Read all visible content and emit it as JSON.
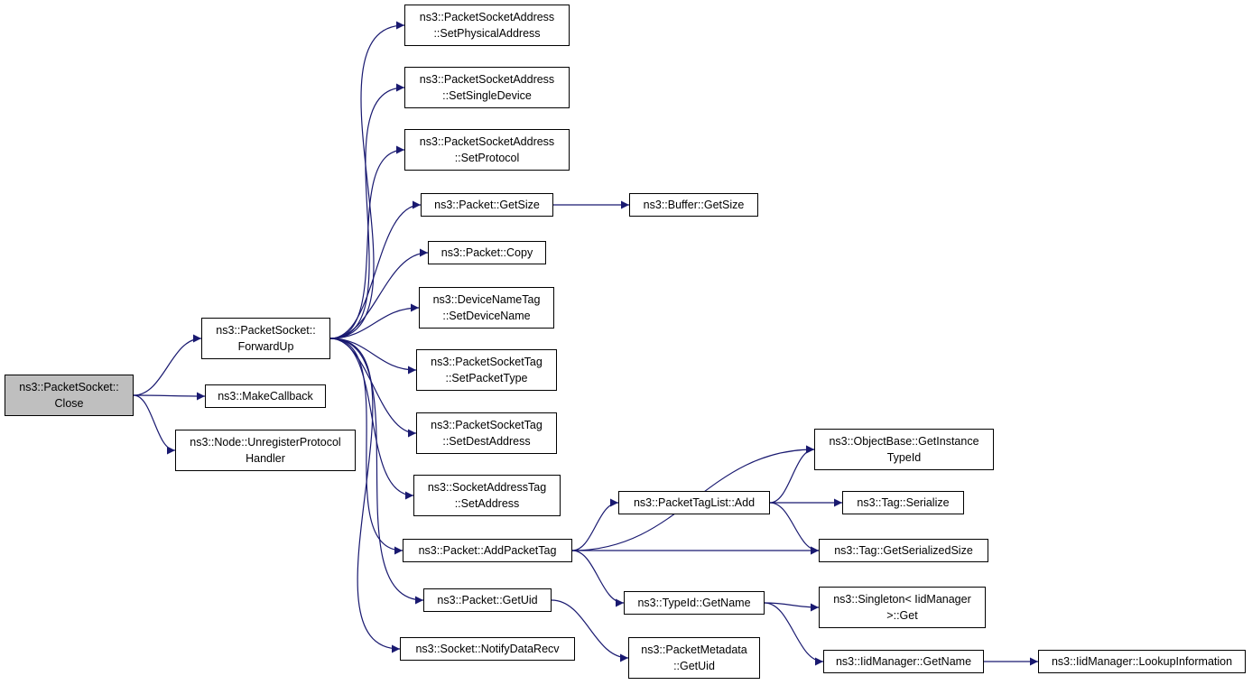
{
  "colors": {
    "edge": "#191970",
    "node_border": "#000000",
    "root_fill": "#bfbfbf",
    "node_fill": "#ffffff"
  },
  "nodes": {
    "close": {
      "line1": "ns3::PacketSocket::",
      "line2": "Close"
    },
    "forward_up": {
      "line1": "ns3::PacketSocket::",
      "line2": "ForwardUp"
    },
    "make_callback": {
      "line1": "ns3::MakeCallback"
    },
    "unregister_protocol_handler": {
      "line1": "ns3::Node::UnregisterProtocol",
      "line2": "Handler"
    },
    "set_physical_address": {
      "line1": "ns3::PacketSocketAddress",
      "line2": "::SetPhysicalAddress"
    },
    "set_single_device": {
      "line1": "ns3::PacketSocketAddress",
      "line2": "::SetSingleDevice"
    },
    "set_protocol": {
      "line1": "ns3::PacketSocketAddress",
      "line2": "::SetProtocol"
    },
    "packet_get_size": {
      "line1": "ns3::Packet::GetSize"
    },
    "buffer_get_size": {
      "line1": "ns3::Buffer::GetSize"
    },
    "packet_copy": {
      "line1": "ns3::Packet::Copy"
    },
    "set_device_name": {
      "line1": "ns3::DeviceNameTag",
      "line2": "::SetDeviceName"
    },
    "set_packet_type": {
      "line1": "ns3::PacketSocketTag",
      "line2": "::SetPacketType"
    },
    "set_dest_address": {
      "line1": "ns3::PacketSocketTag",
      "line2": "::SetDestAddress"
    },
    "set_address": {
      "line1": "ns3::SocketAddressTag",
      "line2": "::SetAddress"
    },
    "add_packet_tag": {
      "line1": "ns3::Packet::AddPacketTag"
    },
    "packet_get_uid": {
      "line1": "ns3::Packet::GetUid"
    },
    "notify_data_recv": {
      "line1": "ns3::Socket::NotifyDataRecv"
    },
    "get_instance_type_id": {
      "line1": "ns3::ObjectBase::GetInstance",
      "line2": "TypeId"
    },
    "packet_tag_list_add": {
      "line1": "ns3::PacketTagList::Add"
    },
    "tag_serialize": {
      "line1": "ns3::Tag::Serialize"
    },
    "tag_get_serialized_size": {
      "line1": "ns3::Tag::GetSerializedSize"
    },
    "type_id_get_name": {
      "line1": "ns3::TypeId::GetName"
    },
    "singleton_get": {
      "line1": "ns3::Singleton< IidManager",
      "line2": ">::Get"
    },
    "iid_manager_get_name": {
      "line1": "ns3::IidManager::GetName"
    },
    "iid_manager_lookup_information": {
      "line1": "ns3::IidManager::LookupInformation"
    },
    "packet_metadata_get_uid": {
      "line1": "ns3::PacketMetadata",
      "line2": "::GetUid"
    }
  },
  "edges": [
    {
      "from": "close",
      "to": "forward_up"
    },
    {
      "from": "close",
      "to": "make_callback"
    },
    {
      "from": "close",
      "to": "unregister_protocol_handler"
    },
    {
      "from": "forward_up",
      "to": "set_physical_address"
    },
    {
      "from": "forward_up",
      "to": "set_single_device"
    },
    {
      "from": "forward_up",
      "to": "set_protocol"
    },
    {
      "from": "forward_up",
      "to": "packet_get_size"
    },
    {
      "from": "forward_up",
      "to": "packet_copy"
    },
    {
      "from": "forward_up",
      "to": "set_device_name"
    },
    {
      "from": "forward_up",
      "to": "set_packet_type"
    },
    {
      "from": "forward_up",
      "to": "set_dest_address"
    },
    {
      "from": "forward_up",
      "to": "set_address"
    },
    {
      "from": "forward_up",
      "to": "add_packet_tag"
    },
    {
      "from": "forward_up",
      "to": "packet_get_uid"
    },
    {
      "from": "forward_up",
      "to": "notify_data_recv"
    },
    {
      "from": "packet_get_size",
      "to": "buffer_get_size"
    },
    {
      "from": "add_packet_tag",
      "to": "get_instance_type_id"
    },
    {
      "from": "add_packet_tag",
      "to": "packet_tag_list_add"
    },
    {
      "from": "add_packet_tag",
      "to": "tag_get_serialized_size"
    },
    {
      "from": "add_packet_tag",
      "to": "type_id_get_name"
    },
    {
      "from": "packet_tag_list_add",
      "to": "get_instance_type_id"
    },
    {
      "from": "packet_tag_list_add",
      "to": "tag_serialize"
    },
    {
      "from": "packet_tag_list_add",
      "to": "tag_get_serialized_size"
    },
    {
      "from": "type_id_get_name",
      "to": "singleton_get"
    },
    {
      "from": "type_id_get_name",
      "to": "iid_manager_get_name"
    },
    {
      "from": "iid_manager_get_name",
      "to": "iid_manager_lookup_information"
    },
    {
      "from": "packet_get_uid",
      "to": "packet_metadata_get_uid"
    }
  ]
}
